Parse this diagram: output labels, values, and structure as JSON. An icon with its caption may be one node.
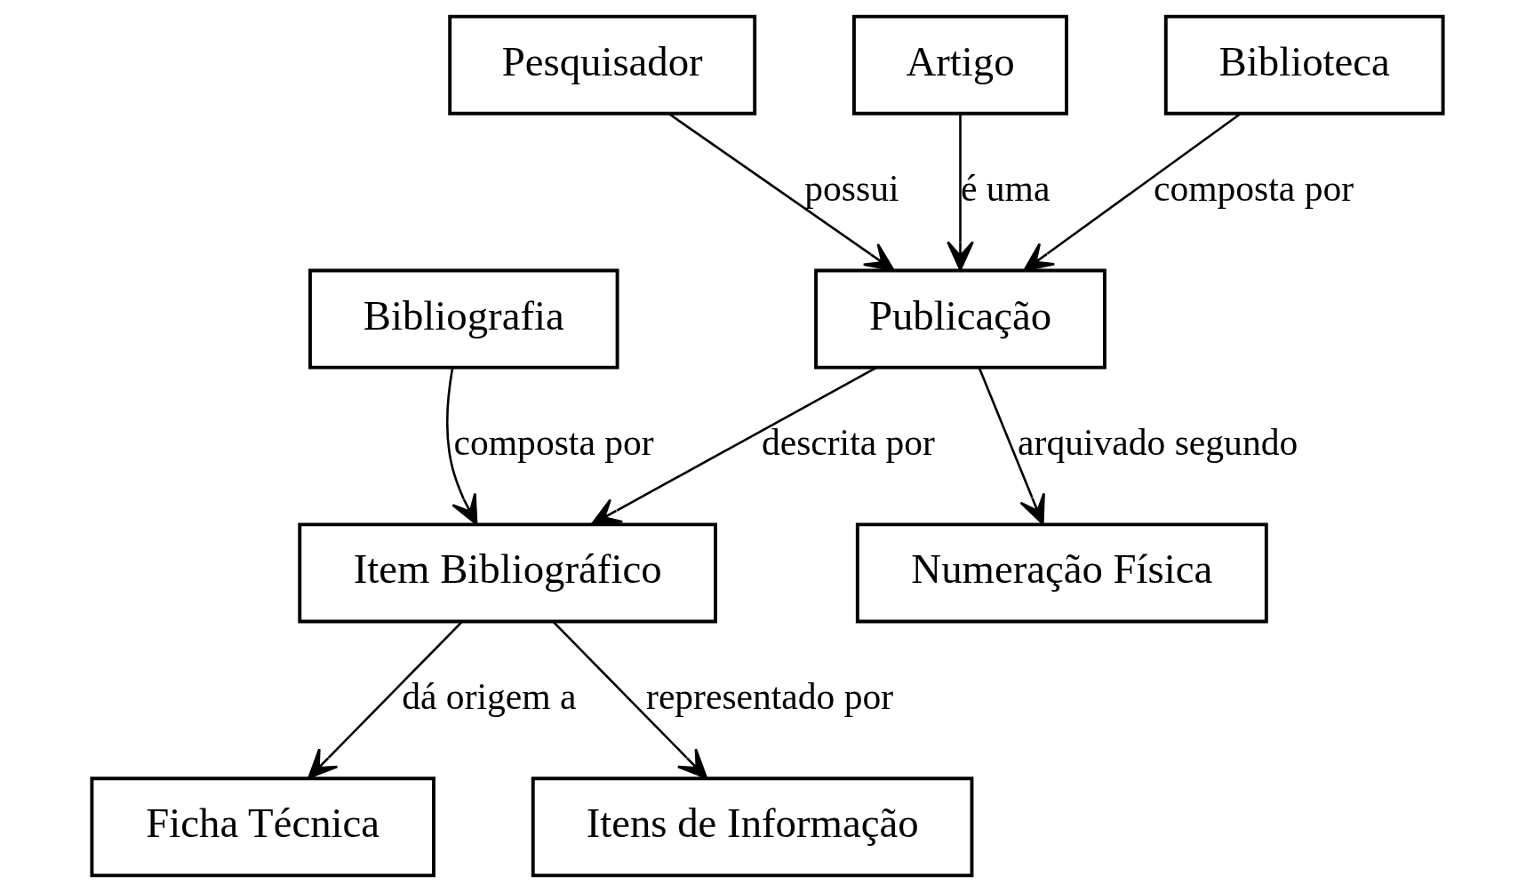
{
  "diagram": {
    "nodes": [
      {
        "text": [
          "Numeração Física"
        ]
      },
      {
        "text": [
          "Publicação"
        ]
      },
      {
        "text": [
          "Pesquisador"
        ]
      },
      {
        "text": [
          "Artigo"
        ]
      },
      {
        "text": [
          "Biblioteca"
        ]
      },
      {
        "text": [
          "Bibliografia"
        ]
      },
      {
        "text": [
          "Item Bibliográfico"
        ]
      },
      {
        "text": [
          "Ficha Técnica"
        ]
      },
      {
        "text": [
          "Itens de Informação"
        ]
      }
    ],
    "edges": [
      {
        "from": 1,
        "to": 0,
        "arrow": "to",
        "label": "arquivado segundo"
      },
      {
        "from": 2,
        "to": 1,
        "arrow": "to",
        "label": "possui"
      },
      {
        "from": 3,
        "to": 1,
        "arrow": "to",
        "label": "é uma"
      },
      {
        "from": 4,
        "to": 1,
        "arrow": "to",
        "label": "composta por"
      },
      {
        "from": 1,
        "to": 6,
        "arrow": "to",
        "label": "descrita por"
      },
      {
        "from": 5,
        "to": 6,
        "arrow": "to",
        "label": "composta por"
      },
      {
        "from": 6,
        "to": 7,
        "arrow": "to",
        "label": "dá origem a"
      },
      {
        "from": 6,
        "to": 8,
        "arrow": "to",
        "label": "representado por"
      }
    ]
  }
}
